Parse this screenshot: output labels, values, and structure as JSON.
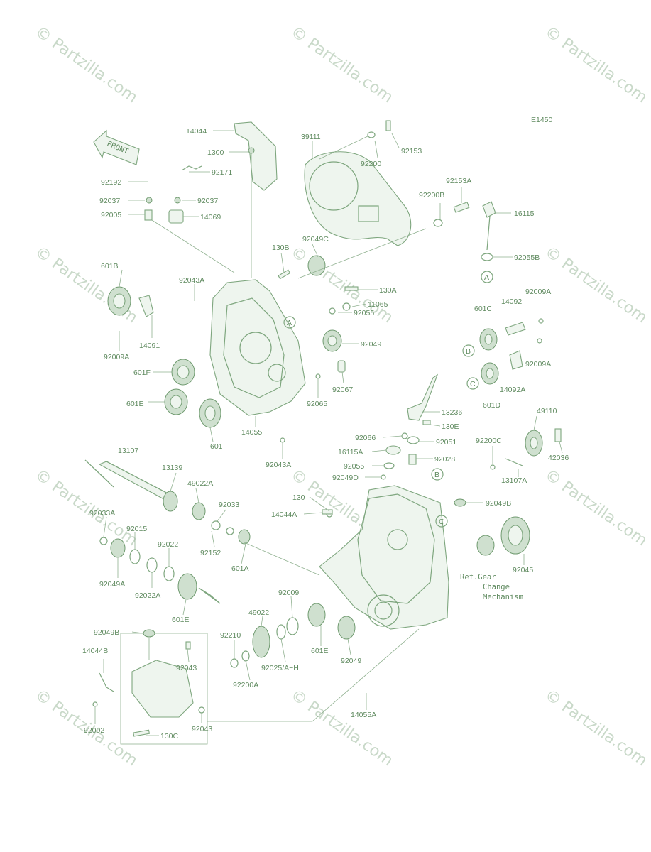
{
  "diagram_code": "E1450",
  "watermark_text": "© Partzilla.com",
  "front_label": "FRONT",
  "ref_note": [
    "Ref.Gear",
    "Change",
    "Mechanism"
  ],
  "circle_markers": [
    "A",
    "A",
    "B",
    "B",
    "C",
    "C"
  ],
  "part_labels": [
    "14044",
    "1300",
    "39111",
    "92153",
    "92200",
    "92192",
    "92171",
    "92037",
    "92037",
    "92005",
    "14069",
    "92200B",
    "92153A",
    "16115",
    "92049C",
    "130B",
    "92055B",
    "601B",
    "92043A",
    "130A",
    "11065",
    "92055",
    "92009A",
    "14092",
    "601C",
    "92049",
    "14091",
    "92009A",
    "92009A",
    "601F",
    "92067",
    "14092A",
    "601D",
    "601E",
    "92065",
    "14055",
    "13236",
    "601",
    "92043A",
    "92066",
    "130E",
    "49110",
    "92200C",
    "42036",
    "16115A",
    "92051",
    "92055",
    "92028",
    "13107",
    "92049D",
    "13107A",
    "13139",
    "49022A",
    "130",
    "92033",
    "14044A",
    "92049B",
    "92033A",
    "92015",
    "92152",
    "92022",
    "601A",
    "92049A",
    "92022A",
    "92045",
    "92009",
    "601E",
    "49022",
    "92049B",
    "92210",
    "601E",
    "92049",
    "14044B",
    "92043",
    "92025/A~H",
    "92200A",
    "14055A",
    "92002",
    "92043",
    "130C"
  ]
}
